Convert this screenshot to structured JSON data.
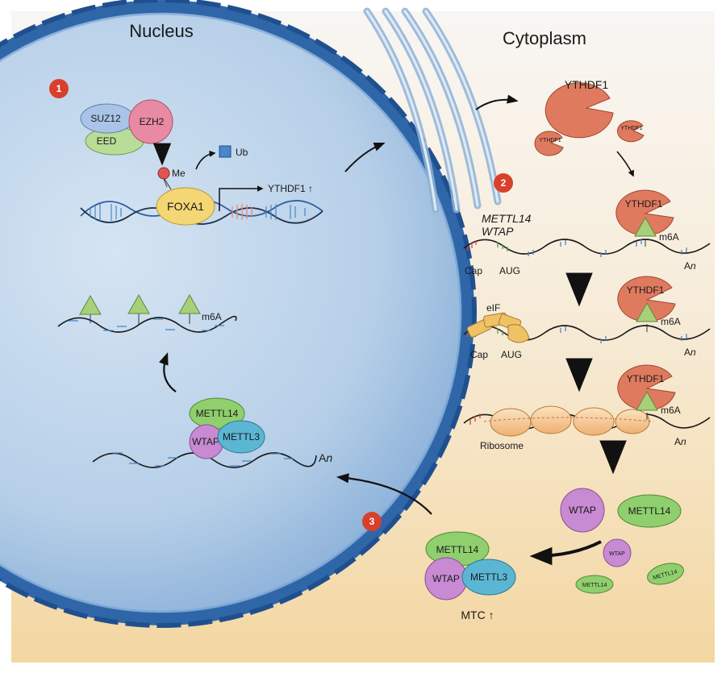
{
  "labels": {
    "nucleus": "Nucleus",
    "cytoplasm": "Cytoplasm",
    "step1": "1",
    "step2": "2",
    "step3": "3",
    "suz12": "SUZ12",
    "ezh2": "EZH2",
    "eed": "EED",
    "me": "Me",
    "ub": "Ub",
    "foxa1": "FOXA1",
    "ythdf1_up": "YTHDF1 ↑",
    "ythdf1": "YTHDF1",
    "mettl14_gene": "METTL14",
    "wtap_gene": "WTAP",
    "m6a": "m6A",
    "cap": "Cap",
    "aug": "AUG",
    "an_prefix": "A",
    "an_suffix": "n",
    "eif": "eIF",
    "ribosome": "Ribosome",
    "wtap": "WTAP",
    "mettl14": "METTL14",
    "mettl3": "METTL3",
    "mtc_up": "MTC ↑"
  },
  "colors": {
    "nucleus_fill": "#b9d3ea",
    "envelope": "#3f78b8",
    "cytoplasm_top": "#f7f5f1",
    "cytoplasm_bottom": "#f3d9a6",
    "step_badge": "#d9402b",
    "ythdf1": "#e07a5f",
    "foxa1": "#f4d774",
    "ezh2": "#e98aa4",
    "suz12": "#a9c4e6",
    "eed": "#b9dc97",
    "mettl14": "#8fcf6d",
    "wtap": "#c88ad3",
    "mettl3": "#5bb6d4",
    "m6a": "#a8cf7a",
    "ub": "#4a86c8",
    "me": "#e05552",
    "eif": "#f0c266",
    "ribosome": "#f6cd92"
  }
}
